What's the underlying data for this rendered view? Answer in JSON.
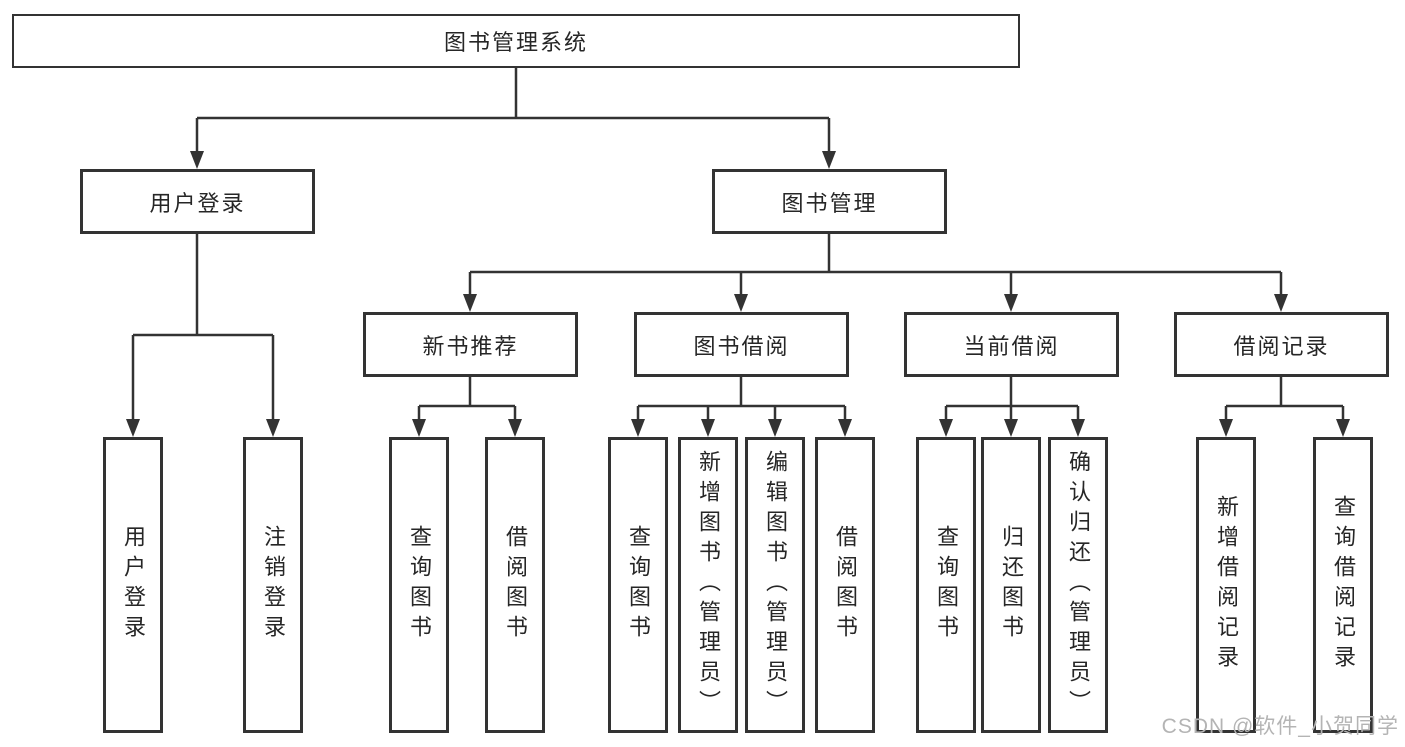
{
  "nodes": {
    "root": "图书管理系统",
    "level2": [
      "用户登录",
      "图书管理"
    ],
    "level3": [
      "新书推荐",
      "图书借阅",
      "当前借阅",
      "借阅记录"
    ],
    "leaves": [
      "用户登录",
      "注销登录",
      "查询图书",
      "借阅图书",
      "查询图书",
      "新增图书（管理员）",
      "编辑图书（管理员）",
      "借阅图书",
      "查询图书",
      "归还图书",
      "确认归还（管理员）",
      "新增借阅记录",
      "查询借阅记录"
    ]
  },
  "tree": {
    "图书管理系统": {
      "用户登录": [
        "用户登录",
        "注销登录"
      ],
      "图书管理": {
        "新书推荐": [
          "查询图书",
          "借阅图书"
        ],
        "图书借阅": [
          "查询图书",
          "新增图书（管理员）",
          "编辑图书（管理员）",
          "借阅图书"
        ],
        "当前借阅": [
          "查询图书",
          "归还图书",
          "确认归还（管理员）"
        ],
        "借阅记录": [
          "新增借阅记录",
          "查询借阅记录"
        ]
      }
    }
  },
  "watermark": "CSDN @软件_小贺同学",
  "colors": {
    "line": "#333333",
    "text": "#262626",
    "box_fill": "#ffffff",
    "watermark": "#b4b4b4",
    "background": "#ffffff"
  }
}
